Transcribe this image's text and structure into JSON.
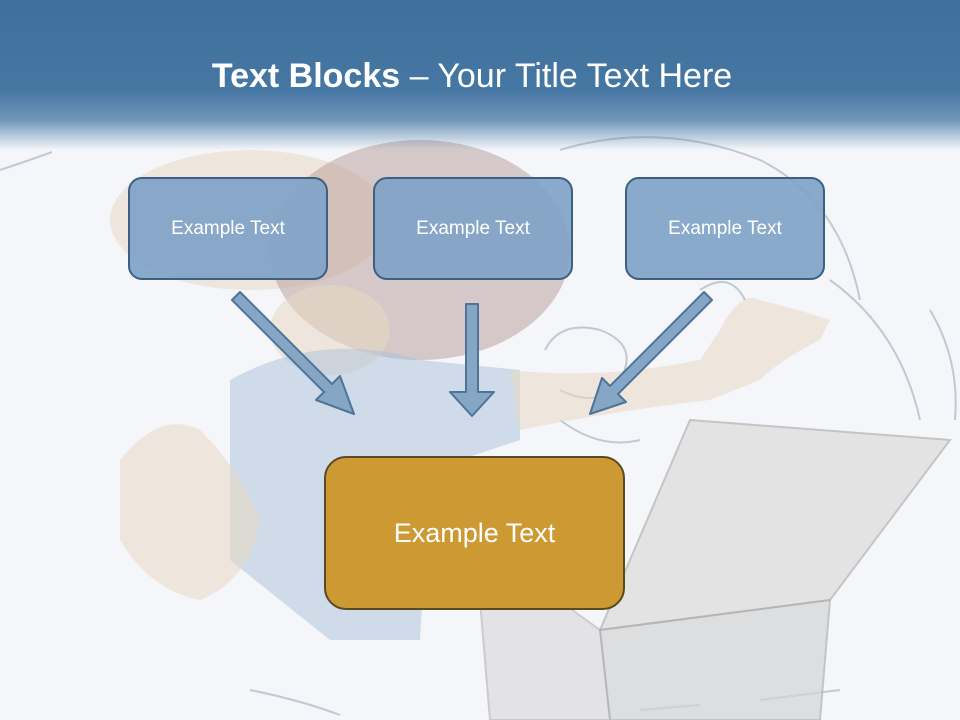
{
  "slide": {
    "title_bold": "Text Blocks",
    "title_dash": " – ",
    "title_rest": "Your Title Text Here",
    "boxes": [
      {
        "label": "Example Text"
      },
      {
        "label": "Example Text"
      },
      {
        "label": "Example Text"
      }
    ],
    "center_box": {
      "label": "Example Text"
    }
  },
  "colors": {
    "header": "#4677a3",
    "small_box_fill": "#80a3c7",
    "small_box_border": "#3c5f82",
    "center_box_fill": "#cc9933",
    "arrow_fill": "#86a6c6"
  }
}
